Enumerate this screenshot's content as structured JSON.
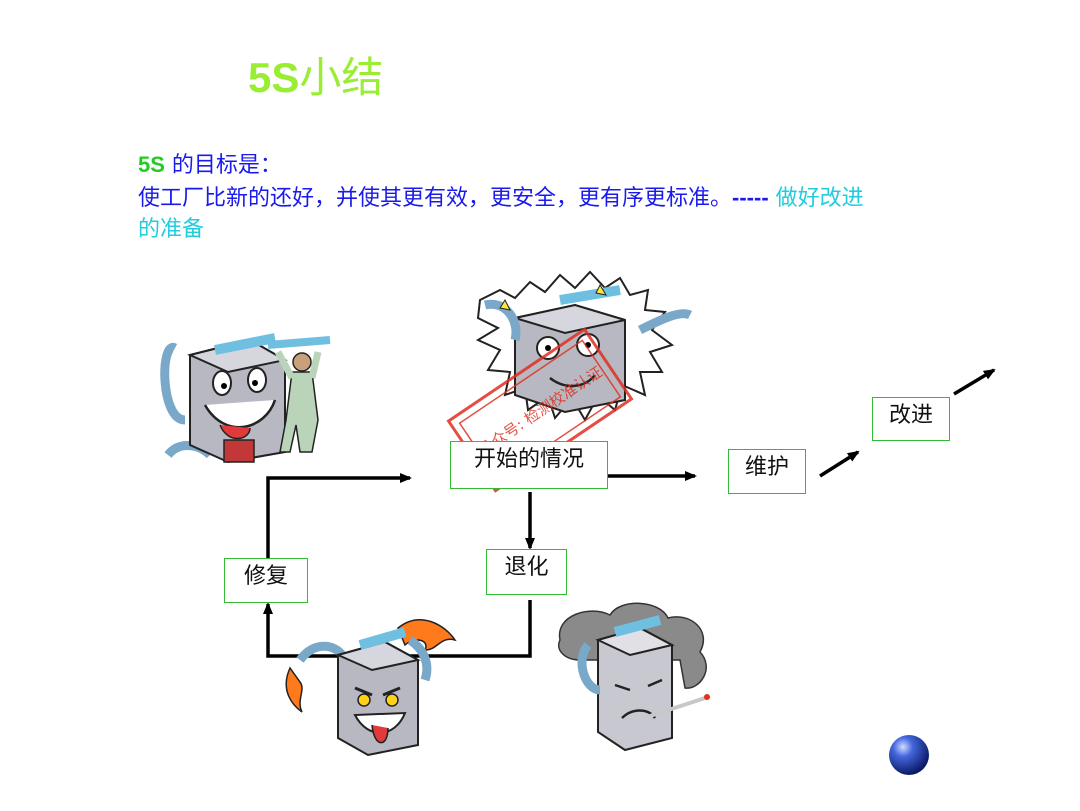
{
  "slide": {
    "title_prefix": "5S",
    "title_suffix": "小结",
    "goal_prefix": "5S",
    "goal_suffix": " 的目标是：",
    "goal_body": "使工厂比新的还好，并使其更有效，更安全，更有序更标准。",
    "goal_dash": "-----",
    "goal_tail_1": " 做好改进",
    "goal_tail_2": "的准备"
  },
  "diagram": {
    "start": "开始的情况",
    "maintain": "维护",
    "improve": "改进",
    "repair": "修复",
    "degrade": "退化"
  },
  "watermark": {
    "text": "公众号: 检测校准认证"
  },
  "colors": {
    "title": "#99ee33",
    "body_text": "#1a1aee",
    "accent_cyan": "#22ccdd",
    "accent_green": "#22cc22",
    "box_border": "#33bb33",
    "stamp": "#e03020"
  },
  "icons": [
    "happy-machine-icon",
    "shocked-machine-icon",
    "angry-burning-machine-icon",
    "sick-machine-icon",
    "blue-sphere-icon"
  ]
}
